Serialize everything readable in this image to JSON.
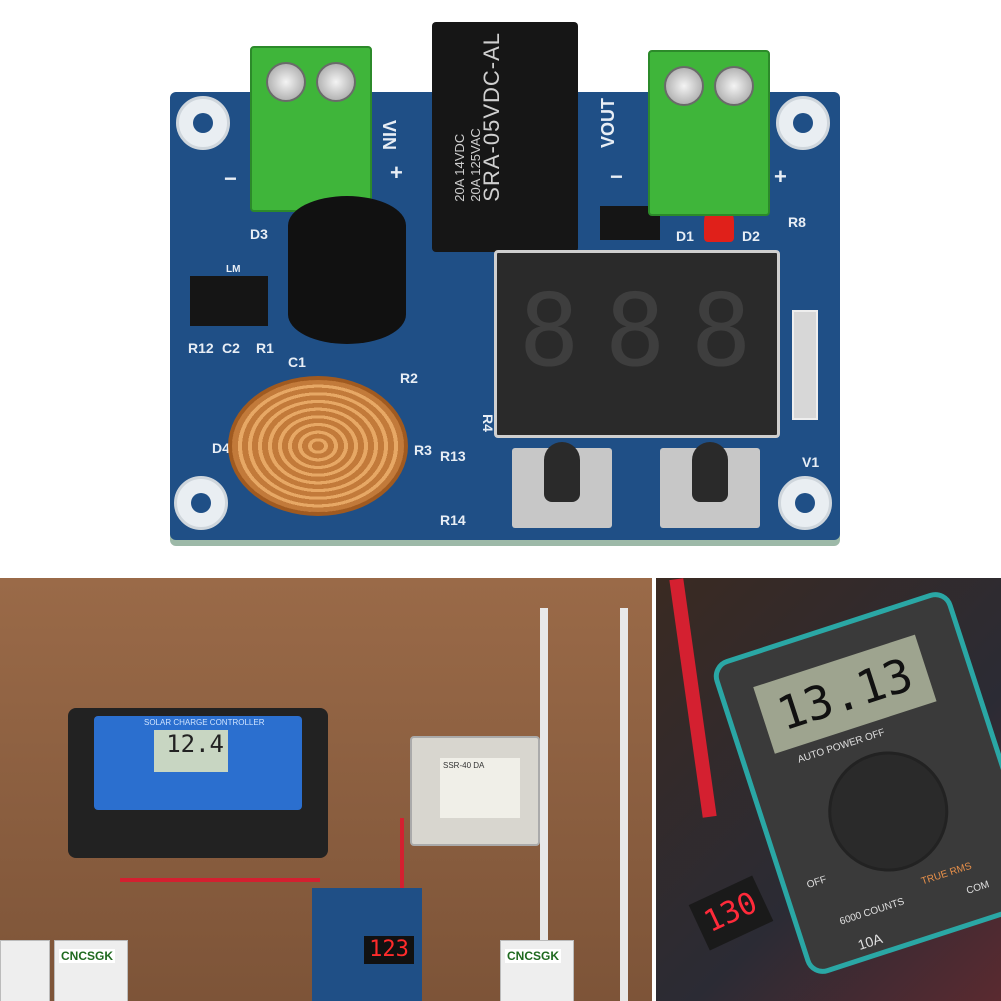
{
  "board": {
    "relay_ratings": [
      "20A 14VDC",
      "20A 125VAC"
    ],
    "relay_model": "SRA-05VDC-AL",
    "vin_label": "VIN",
    "vout_label": "VOUT",
    "minus": "−",
    "plus": "+",
    "display_digits": [
      "8",
      "8",
      "8"
    ],
    "silkscreen": [
      "D3",
      "LM",
      "R12",
      "C2",
      "R1",
      "C1",
      "R2",
      "D4",
      "R3",
      "R13",
      "R14",
      "R4",
      "D1",
      "D2",
      "R8",
      "V1"
    ],
    "pcb_color": "#1f4f86",
    "terminal_color": "#3fb53a"
  },
  "solar_photo": {
    "controller_title": "SOLAR CHARGE CONTROLLER",
    "controller_reading": "12.4",
    "ssr_label": "SSR-40 DA",
    "module_reading": "123",
    "breaker_brand": "CNCSGK"
  },
  "meter_photo": {
    "meter_reading": "13.13",
    "module_reading": "130",
    "meter_labels": [
      "AUTO POWER OFF",
      "TRUE RMS",
      "COM",
      "10A",
      "OFF",
      "6000 COUNTS"
    ]
  }
}
